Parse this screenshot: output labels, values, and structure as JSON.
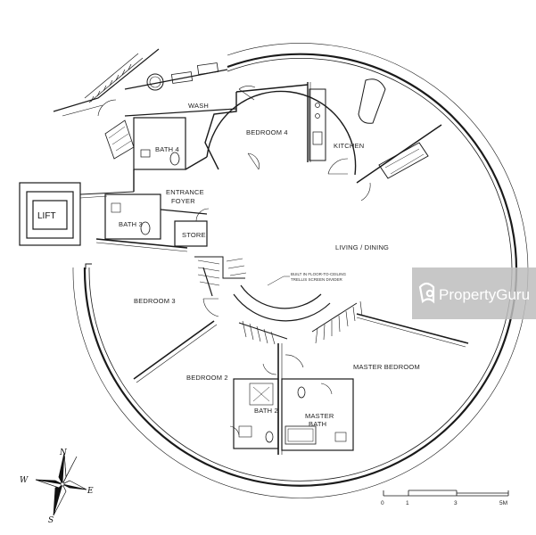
{
  "rooms": {
    "wash": "WASH",
    "bedroom4": "BEDROOM 4",
    "kitchen": "KITCHEN",
    "bath4": "BATH 4",
    "entrance": "ENTRANCE",
    "foyer": "FOYER",
    "lift": "LIFT",
    "bath3": "BATH 3",
    "store": "STORE",
    "living_dining": "LIVING / DINING",
    "bedroom3": "BEDROOM 3",
    "bedroom2": "BEDROOM 2",
    "bath2": "BATH 2",
    "master_bedroom": "MASTER BEDROOM",
    "master": "MASTER",
    "bath": "BATH"
  },
  "annotation": {
    "line1": "BUILT IN FLOOR-TO-CEILING",
    "line2": "TRELLIS SCREEN DIVIDER"
  },
  "compass": {
    "n": "N",
    "s": "S",
    "e": "E",
    "w": "W"
  },
  "scale": {
    "labels": [
      "0",
      "1",
      "3",
      "5M"
    ]
  },
  "watermark": {
    "text": "PropertyGuru",
    "icon": "propertyguru-logo-icon"
  },
  "colors": {
    "line": "#1a1a1a",
    "watermark_band": "#bdbdbd"
  }
}
